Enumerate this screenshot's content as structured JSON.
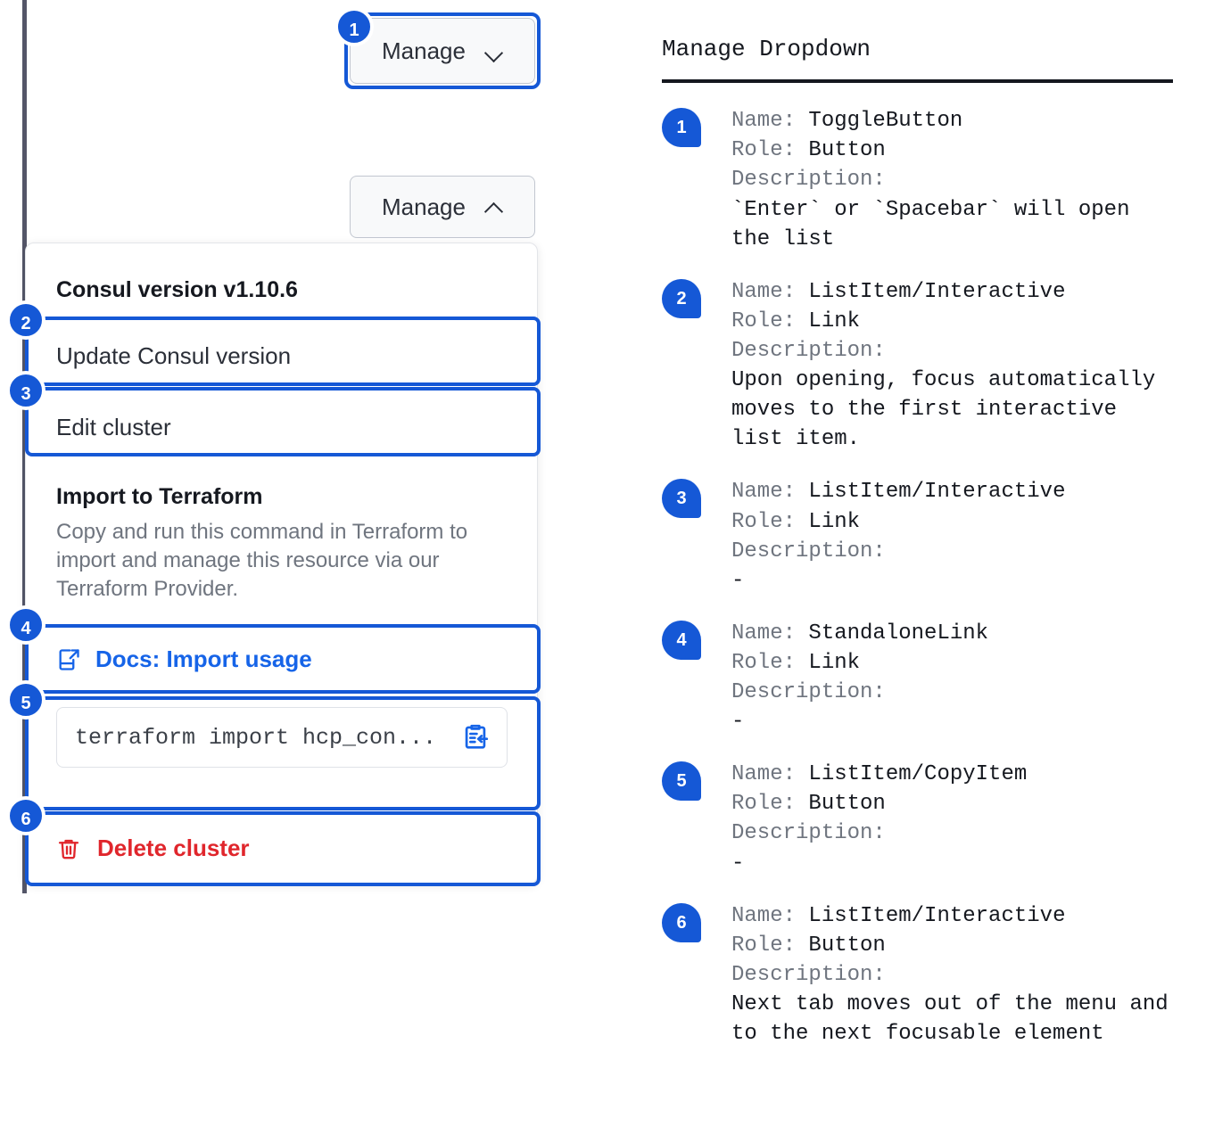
{
  "left": {
    "manage_button_closed": {
      "label": "Manage",
      "icon": "chevron-down-icon"
    },
    "manage_button_open": {
      "label": "Manage",
      "icon": "chevron-up-icon"
    },
    "dropdown": {
      "version_heading": "Consul version v1.10.6",
      "update_item": "Update Consul version",
      "edit_item": "Edit cluster",
      "import_title": "Import to Terraform",
      "import_description": "Copy and run this command in Terraform to import and manage this resource via our Terraform Provider.",
      "docs_link": "Docs: Import usage",
      "docs_icon": "docs-external-link-icon",
      "copy_command": "terraform import hcp_con...",
      "copy_icon": "clipboard-copy-icon",
      "delete_item": "Delete cluster",
      "delete_icon": "trash-icon"
    },
    "markers": [
      "1",
      "2",
      "3",
      "4",
      "5",
      "6"
    ]
  },
  "panel": {
    "title": "Manage Dropdown",
    "labels": {
      "name": "Name:",
      "role": "Role:",
      "description": "Description:"
    },
    "annotations": [
      {
        "marker": "1",
        "name": "ToggleButton",
        "role": "Button",
        "description": "`Enter` or `Spacebar` will open\nthe list"
      },
      {
        "marker": "2",
        "name": "ListItem/Interactive",
        "role": "Link",
        "description": "Upon opening, focus automatically\nmoves to the first interactive\nlist item."
      },
      {
        "marker": "3",
        "name": "ListItem/Interactive",
        "role": "Link",
        "description": "-"
      },
      {
        "marker": "4",
        "name": "StandaloneLink",
        "role": "Link",
        "description": "-"
      },
      {
        "marker": "5",
        "name": "ListItem/CopyItem",
        "role": "Button",
        "description": "-"
      },
      {
        "marker": "6",
        "name": "ListItem/Interactive",
        "role": "Button",
        "description": "Next tab moves out of the menu and\nto the next focusable element"
      }
    ]
  },
  "colors": {
    "accent_blue": "#1558d6",
    "link_blue": "#1664e8",
    "danger_red": "#e0262c",
    "muted_gray": "#6f757f",
    "edge_dark": "#545668"
  }
}
